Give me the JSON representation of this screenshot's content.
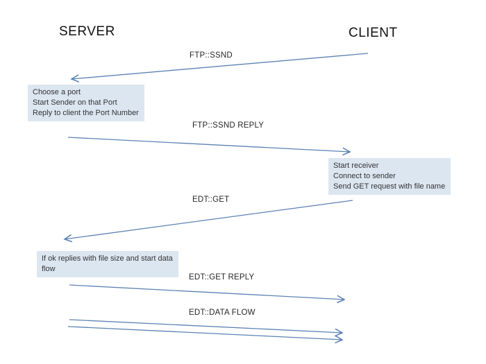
{
  "diagram": {
    "actors": {
      "server": "SERVER",
      "client": "CLIENT"
    },
    "messages": [
      {
        "label": "FTP::SSND",
        "from": "client",
        "to": "server"
      },
      {
        "label": "FTP::SSND REPLY",
        "from": "server",
        "to": "client"
      },
      {
        "label": "EDT::GET",
        "from": "client",
        "to": "server"
      },
      {
        "label": "EDT::GET REPLY",
        "from": "server",
        "to": "client"
      },
      {
        "label": "EDT::DATA FLOW",
        "from": "server",
        "to": "client",
        "parallel_arrows": 2
      }
    ],
    "notes": [
      {
        "actor": "server",
        "lines": [
          "Choose a port",
          "Start Sender on that Port",
          "Reply to client the Port Number"
        ]
      },
      {
        "actor": "client",
        "lines": [
          "Start receiver",
          "Connect to sender",
          "Send GET request with file name"
        ]
      },
      {
        "actor": "server",
        "lines": [
          "If ok replies with file size and start data",
          "flow"
        ]
      }
    ],
    "colors": {
      "arrow": "#5b82b4",
      "note_background": "#dce6f1",
      "text": "#262626",
      "background": "#ffffff"
    }
  }
}
